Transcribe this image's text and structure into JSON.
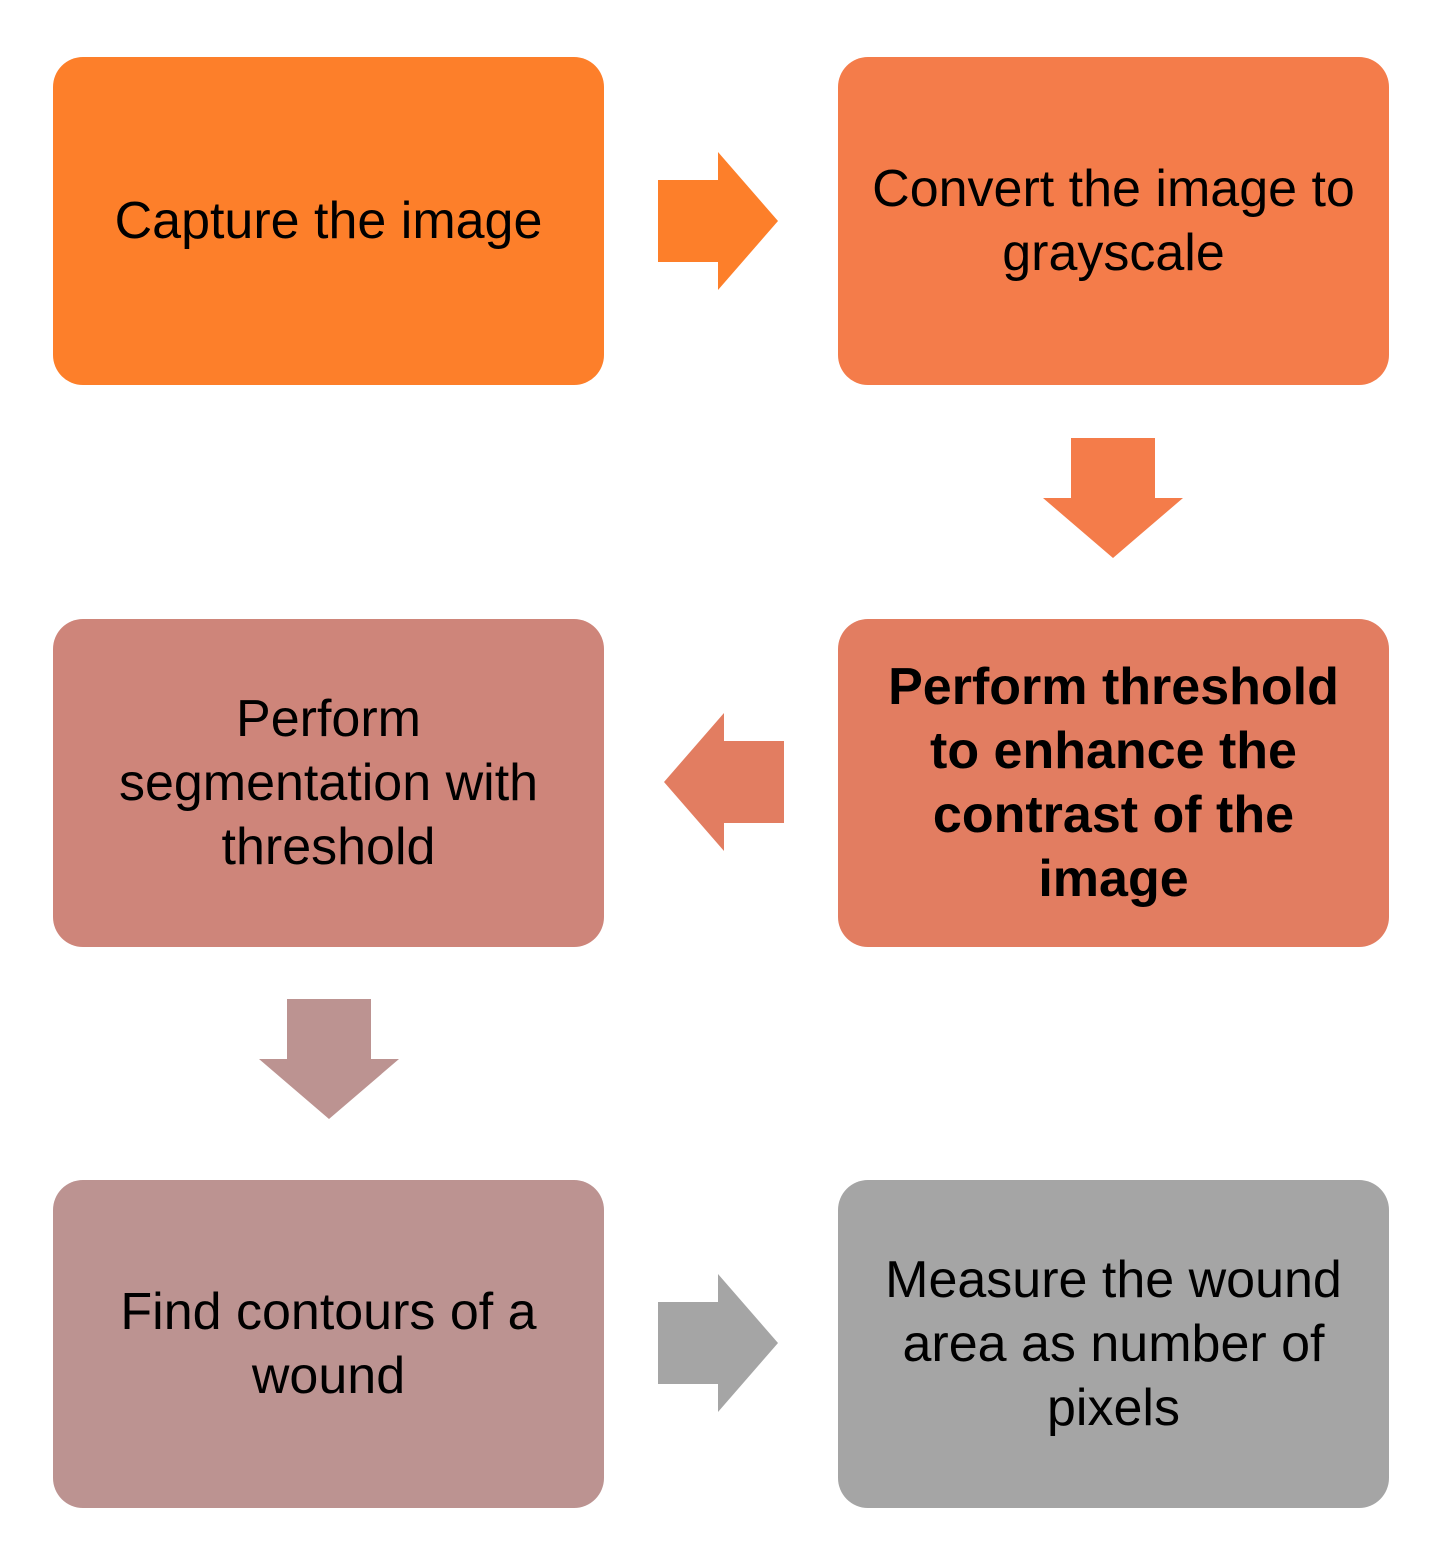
{
  "steps": [
    {
      "label": "Capture the image",
      "color": "#FD7F2A",
      "bold": false
    },
    {
      "label": "Convert the image to grayscale",
      "color": "#F47C4A",
      "bold": false
    },
    {
      "label": "Perform threshold to enhance the contrast of the image",
      "color": "#E27D61",
      "bold": true
    },
    {
      "label": "Perform segmentation with threshold",
      "color": "#CE857A",
      "bold": false
    },
    {
      "label": "Find contours of a wound",
      "color": "#BC9391",
      "bold": false
    },
    {
      "label": "Measure the wound area as number of pixels",
      "color": "#A5A5A5",
      "bold": false
    }
  ],
  "arrows": [
    {
      "direction": "right",
      "color": "#FD7F2A"
    },
    {
      "direction": "down",
      "color": "#F47C4A"
    },
    {
      "direction": "left",
      "color": "#E27D61"
    },
    {
      "direction": "down",
      "color": "#BC9391"
    },
    {
      "direction": "right",
      "color": "#A5A5A5"
    }
  ]
}
